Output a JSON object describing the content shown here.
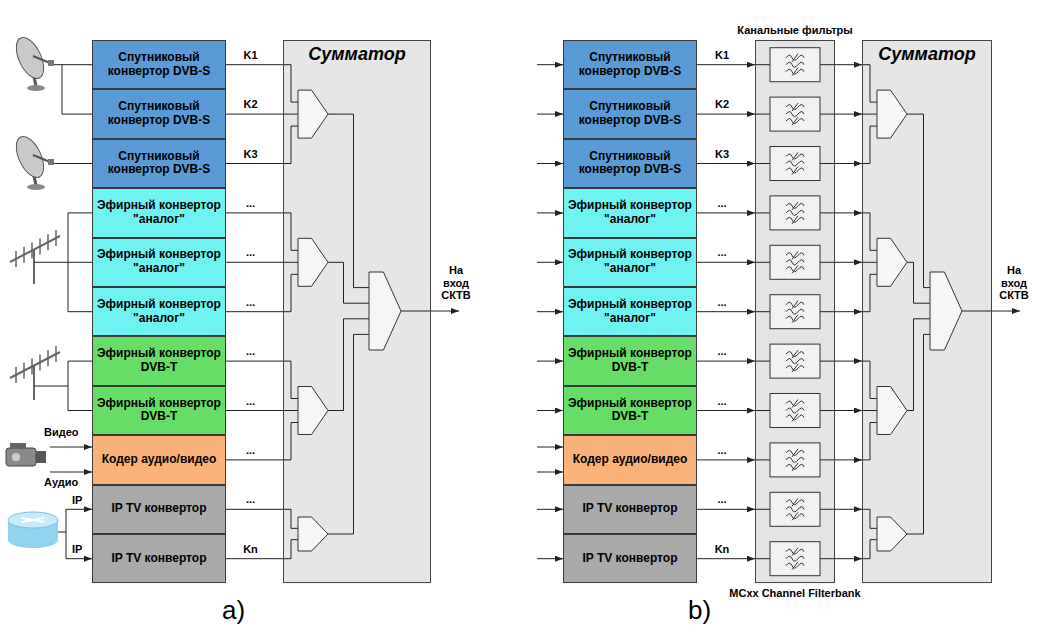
{
  "diagram": {
    "nodes": [
      {
        "text": [
          "Спутниковый конвертор DVB-S"
        ]
      },
      {
        "text": [
          "Спутниковый конвертор DVB-S"
        ]
      },
      {
        "text": [
          "Спутниковый конвертор DVB-S"
        ]
      },
      {
        "text": [
          "Эфирный конвертор \"аналог\""
        ]
      },
      {
        "text": [
          "Эфирный конвертор \"аналог\""
        ]
      },
      {
        "text": [
          "Эфирный конвертор \"аналог\""
        ]
      },
      {
        "text": [
          "Эфирный конвертор DVB-T"
        ]
      },
      {
        "text": [
          "Эфирный конвертор DVB-T"
        ]
      },
      {
        "text": [
          "Кодер аудио/видео"
        ]
      },
      {
        "text": [
          "IP TV конвертор"
        ]
      },
      {
        "text": [
          "IP TV конвертор"
        ]
      },
      {
        "text": [
          "Сумматор"
        ]
      },
      {
        "text": [
          "Спутниковый конвертор DVB-S"
        ]
      },
      {
        "text": [
          "Спутниковый конвертор DVB-S"
        ]
      },
      {
        "text": [
          "Спутниковый конвертор DVB-S"
        ]
      },
      {
        "text": [
          "Эфирный конвертор \"аналог\""
        ]
      },
      {
        "text": [
          "Эфирный конвертор \"аналог\""
        ]
      },
      {
        "text": [
          "Эфирный конвертор \"аналог\""
        ]
      },
      {
        "text": [
          "Эфирный конвертор DVB-T"
        ]
      },
      {
        "text": [
          "Эфирный конвертор DVB-T"
        ]
      },
      {
        "text": [
          "Кодер аудио/видео"
        ]
      },
      {
        "text": [
          "IP TV конвертор"
        ]
      },
      {
        "text": [
          "IP TV конвертор"
        ]
      },
      {
        "text": [
          "Канальные фильтры",
          "MCxx Channel Filterbank"
        ]
      },
      {
        "text": [
          "Сумматор"
        ]
      }
    ],
    "edges": [
      {
        "from": 0,
        "to": 11,
        "arrow": "none",
        "label": "K1"
      },
      {
        "from": 1,
        "to": 11,
        "arrow": "none",
        "label": "K2"
      },
      {
        "from": 2,
        "to": 11,
        "arrow": "none",
        "label": "K3"
      },
      {
        "from": 3,
        "to": 11,
        "arrow": "none",
        "label": "..."
      },
      {
        "from": 4,
        "to": 11,
        "arrow": "none",
        "label": "..."
      },
      {
        "from": 5,
        "to": 11,
        "arrow": "none",
        "label": "..."
      },
      {
        "from": 6,
        "to": 11,
        "arrow": "none",
        "label": "..."
      },
      {
        "from": 7,
        "to": 11,
        "arrow": "none",
        "label": "..."
      },
      {
        "from": 8,
        "to": 11,
        "arrow": "none",
        "label": "..."
      },
      {
        "from": 9,
        "to": 11,
        "arrow": "none",
        "label": "..."
      },
      {
        "from": 10,
        "to": 11,
        "arrow": "none",
        "label": "Kn"
      },
      {
        "from": 12,
        "to": 23,
        "arrow": "to",
        "label": "K1"
      },
      {
        "from": 13,
        "to": 23,
        "arrow": "to",
        "label": "K2"
      },
      {
        "from": 14,
        "to": 23,
        "arrow": "to",
        "label": "K3"
      },
      {
        "from": 15,
        "to": 23,
        "arrow": "to",
        "label": "..."
      },
      {
        "from": 16,
        "to": 23,
        "arrow": "to",
        "label": "..."
      },
      {
        "from": 17,
        "to": 23,
        "arrow": "to",
        "label": "..."
      },
      {
        "from": 18,
        "to": 23,
        "arrow": "to",
        "label": "..."
      },
      {
        "from": 19,
        "to": 23,
        "arrow": "to",
        "label": "..."
      },
      {
        "from": 20,
        "to": 23,
        "arrow": "to",
        "label": "..."
      },
      {
        "from": 21,
        "to": 23,
        "arrow": "to",
        "label": "..."
      },
      {
        "from": 22,
        "to": 23,
        "arrow": "to",
        "label": "Kn"
      },
      {
        "from": 23,
        "to": 24,
        "arrow": "to"
      },
      {
        "from": 23,
        "to": 24,
        "arrow": "to"
      },
      {
        "from": 23,
        "to": 24,
        "arrow": "to"
      },
      {
        "from": 23,
        "to": 24,
        "arrow": "to"
      },
      {
        "from": 23,
        "to": 24,
        "arrow": "to"
      },
      {
        "from": 23,
        "to": 24,
        "arrow": "to"
      },
      {
        "from": 23,
        "to": 24,
        "arrow": "to"
      },
      {
        "from": 23,
        "to": 24,
        "arrow": "to"
      },
      {
        "from": 23,
        "to": 24,
        "arrow": "to"
      },
      {
        "from": 23,
        "to": 24,
        "arrow": "to"
      },
      {
        "from": 23,
        "to": 24,
        "arrow": "to"
      }
    ],
    "labels": [
      "Видео",
      "Аудио",
      "IP",
      "IP",
      "На вход СКТВ",
      "a)",
      "На вход СКТВ",
      "b)"
    ]
  }
}
